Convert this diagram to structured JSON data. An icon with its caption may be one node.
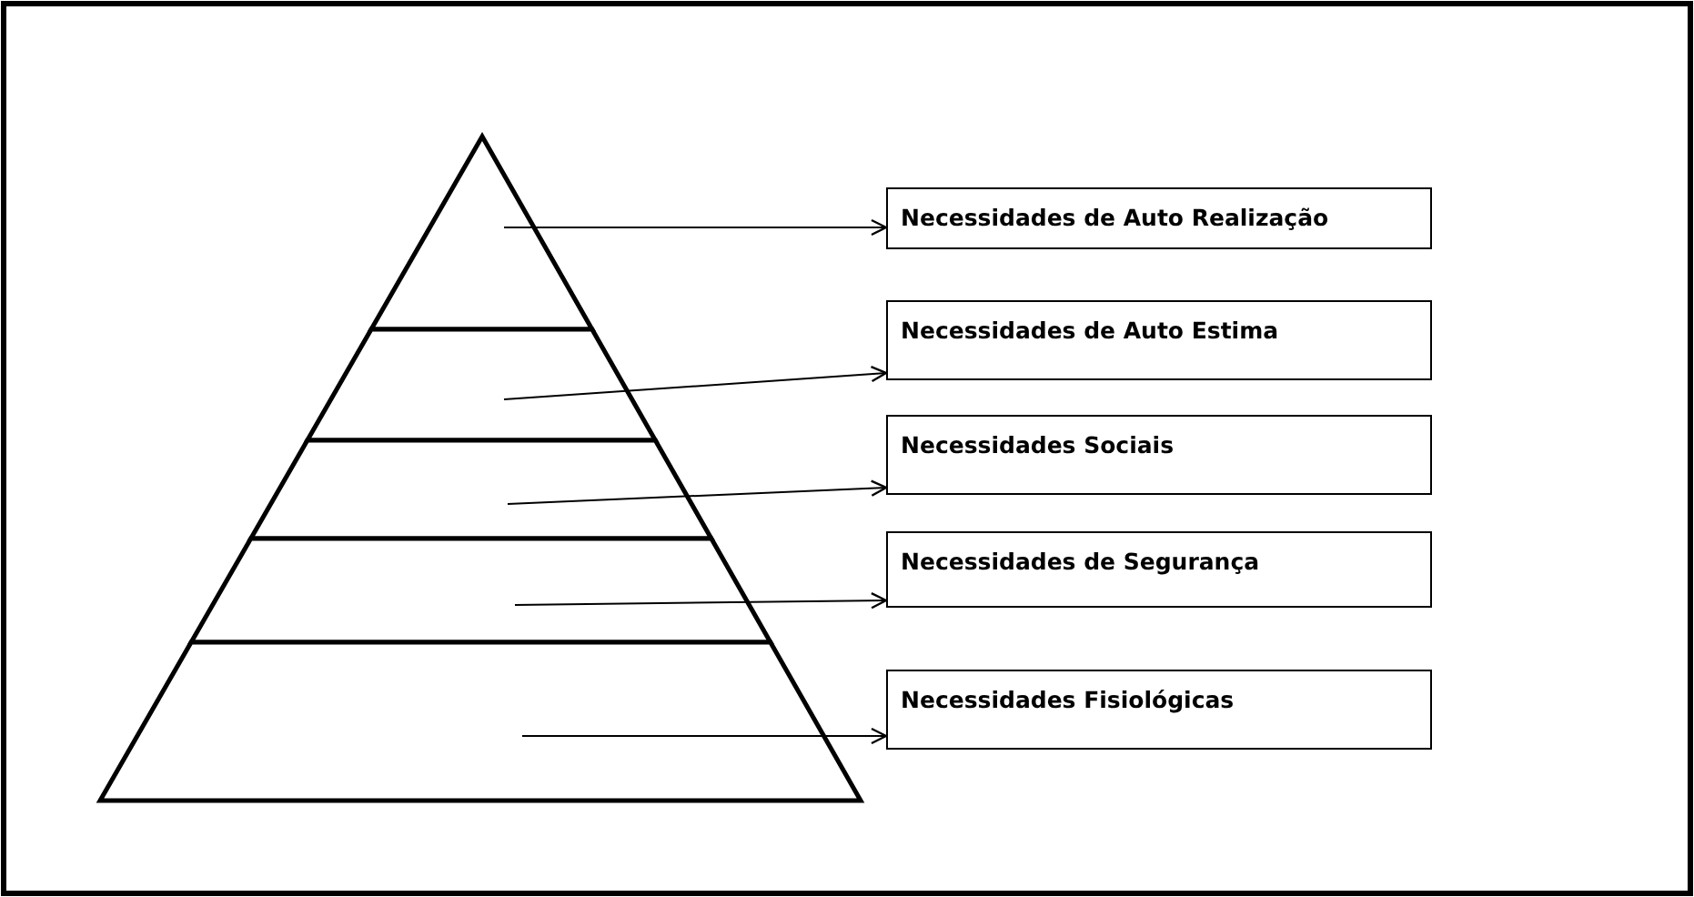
{
  "diagram": {
    "nodes": [
      {
        "text": [],
        "shape": "triangle"
      },
      {
        "text": [],
        "shape": "trapezoid"
      },
      {
        "text": [],
        "shape": "trapezoid"
      },
      {
        "text": [],
        "shape": "trapezoid"
      },
      {
        "text": [],
        "shape": "trapezoid"
      },
      {
        "text": [
          "Necessidades de Auto Realização"
        ]
      },
      {
        "text": [
          "Necessidades de Auto Estima"
        ]
      },
      {
        "text": [
          "Necessidades Sociais"
        ]
      },
      {
        "text": [
          "Necessidades de Segurança"
        ]
      },
      {
        "text": [
          "Necessidades Fisiológicas"
        ]
      }
    ],
    "edges": [
      {
        "from": 0,
        "to": 5,
        "arrow": "to"
      },
      {
        "from": 1,
        "to": 6,
        "arrow": "to"
      },
      {
        "from": 2,
        "to": 7,
        "arrow": "to"
      },
      {
        "from": 3,
        "to": 8,
        "arrow": "to"
      },
      {
        "from": 4,
        "to": 9,
        "arrow": "to"
      }
    ]
  }
}
